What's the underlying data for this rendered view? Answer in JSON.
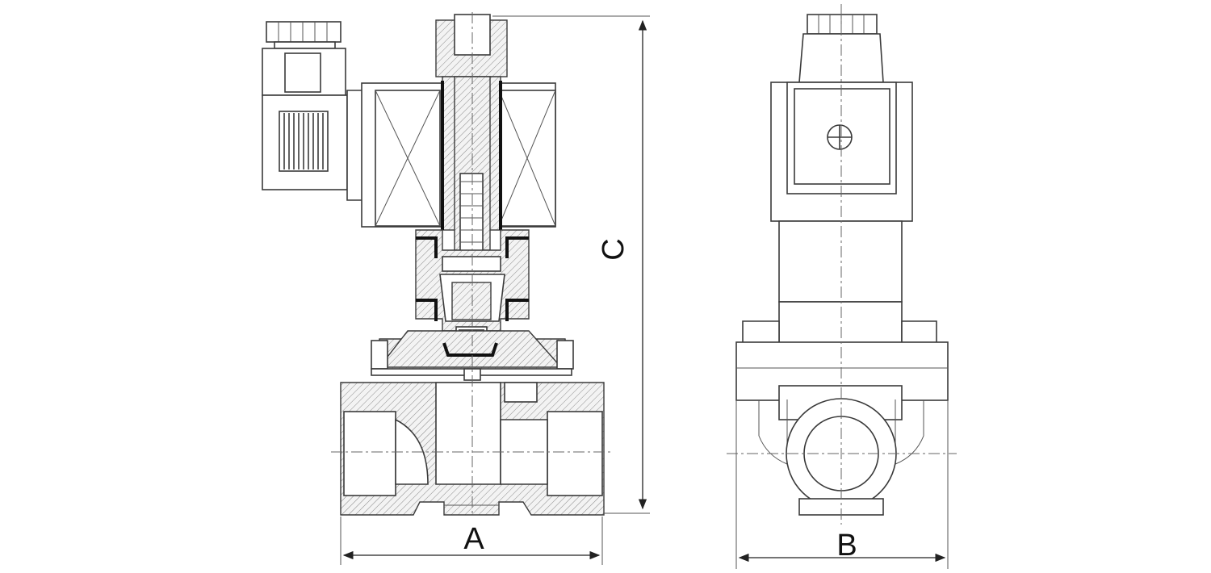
{
  "dimensions": {
    "a_label": "A",
    "b_label": "B",
    "c_label": "C"
  },
  "views": [
    "section-view",
    "side-view"
  ],
  "colors": {
    "line": "#3a3a3a",
    "background": "#ffffff"
  }
}
